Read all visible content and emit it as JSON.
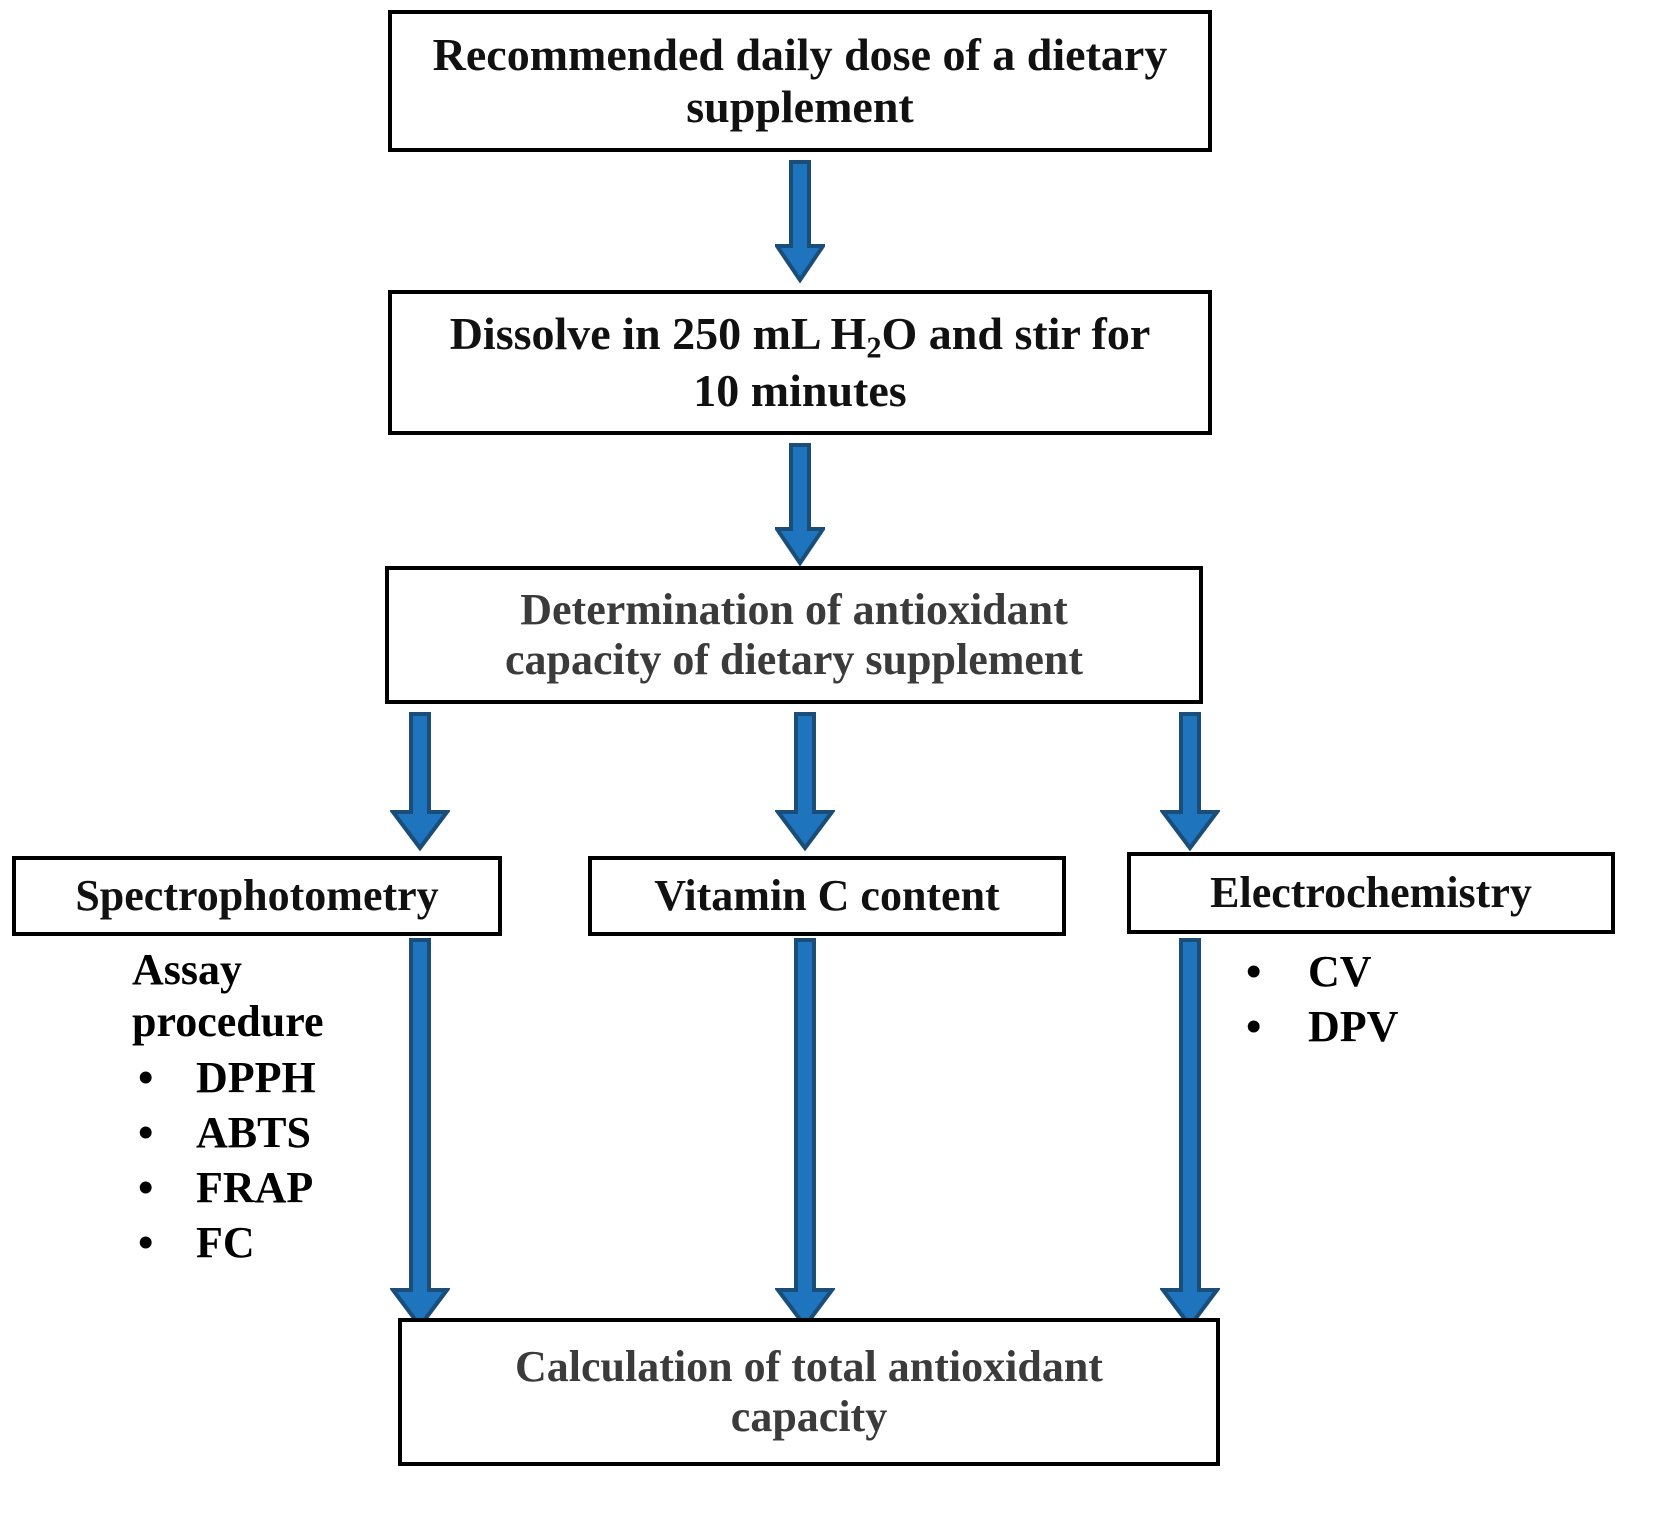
{
  "diagram": {
    "title_flow": "Antioxidant capacity determination workflow",
    "accent_color": "#1F74BE",
    "accent_outline_color": "#1A4E79",
    "box_border_color": "#000000",
    "text_color": "#111111",
    "muted_text_color": "#3B3B3B"
  },
  "boxes": {
    "dose": {
      "line1": "Recommended daily dose of a dietary",
      "line2": "supplement"
    },
    "dissolve": {
      "line1_a": "Dissolve in 250 mL H",
      "line1_sub": "2",
      "line1_b": "O and stir for",
      "line2": "10 minutes"
    },
    "determine": {
      "line1": "Determination of antioxidant",
      "line2": "capacity of dietary supplement"
    },
    "spectrophotometry": {
      "label": "Spectrophotometry"
    },
    "vitamin_c": {
      "label": "Vitamin C content"
    },
    "electrochemistry": {
      "label": "Electrochemistry"
    },
    "calculation": {
      "line1": "Calculation of total antioxidant",
      "line2": "capacity"
    }
  },
  "bullet_groups": {
    "spectrophotometry": {
      "heading": "Assay procedure",
      "bullet_glyph": "•",
      "items": [
        "DPPH",
        "ABTS",
        "FRAP",
        "FC"
      ]
    },
    "electrochemistry": {
      "heading": "",
      "bullet_glyph": "•",
      "items": [
        "CV",
        "DPV"
      ]
    }
  },
  "arrows": [
    {
      "name": "dose-to-dissolve",
      "from": "dose",
      "to": "dissolve"
    },
    {
      "name": "dissolve-to-determine",
      "from": "dissolve",
      "to": "determine"
    },
    {
      "name": "determine-to-spectro",
      "from": "determine",
      "to": "spectrophotometry"
    },
    {
      "name": "determine-to-vitc",
      "from": "determine",
      "to": "vitamin_c"
    },
    {
      "name": "determine-to-electro",
      "from": "determine",
      "to": "electrochemistry"
    },
    {
      "name": "spectro-to-calc",
      "from": "spectrophotometry",
      "to": "calculation"
    },
    {
      "name": "vitc-to-calc",
      "from": "vitamin_c",
      "to": "calculation"
    },
    {
      "name": "electro-to-calc",
      "from": "electrochemistry",
      "to": "calculation"
    }
  ]
}
